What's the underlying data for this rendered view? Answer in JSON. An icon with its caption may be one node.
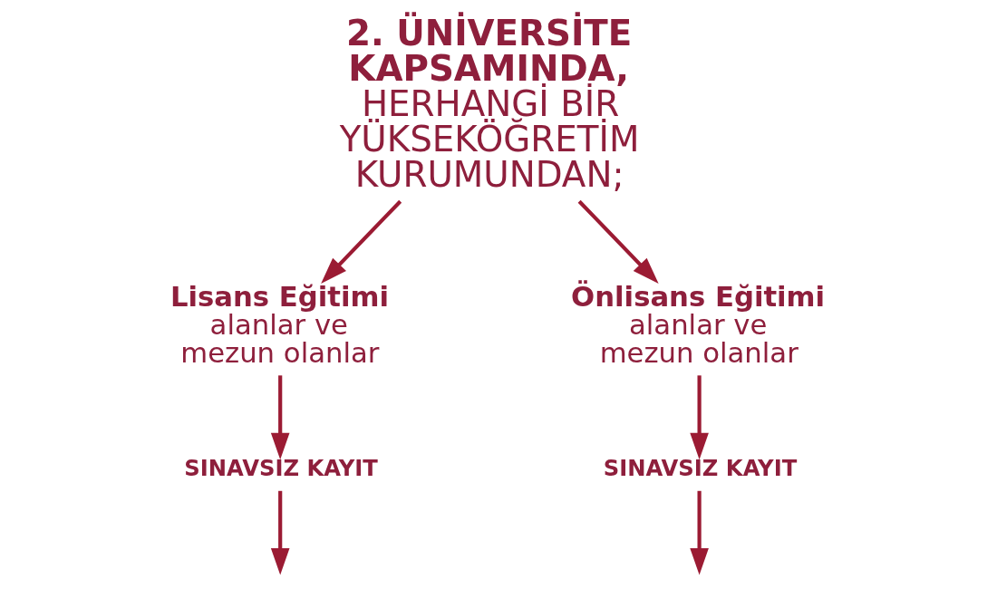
{
  "diagram": {
    "nodes": [
      {
        "text": [
          "2. ÜNİVERSİTE KAPSAMINDA,",
          "HERHANGİ BİR YÜKSEKÖĞRETİM KURUMUNDAN;"
        ]
      },
      {
        "text": [
          "Lisans Eğitimi",
          "alanlar ve mezun olanlar"
        ]
      },
      {
        "text": [
          "Önlisans Eğitimi",
          "alanlar ve mezun olanlar"
        ]
      },
      {
        "text": [
          "SINAVSIZ KAYIT"
        ]
      },
      {
        "text": [
          "SINAVSIZ KAYIT"
        ]
      }
    ],
    "edges": [
      {
        "from": 0,
        "to": 1,
        "arrow": "to"
      },
      {
        "from": 0,
        "to": 2,
        "arrow": "to"
      },
      {
        "from": 1,
        "to": 3,
        "arrow": "to"
      },
      {
        "from": 2,
        "to": 4,
        "arrow": "to"
      },
      {
        "from": 3,
        "to": null,
        "arrow": "to"
      },
      {
        "from": 4,
        "to": null,
        "arrow": "to"
      }
    ]
  }
}
